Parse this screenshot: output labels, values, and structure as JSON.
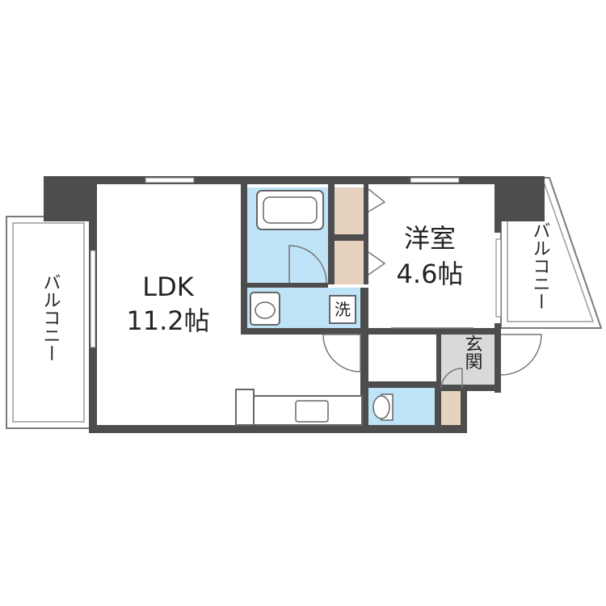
{
  "rooms": {
    "ldk": {
      "name": "LDK",
      "size": "11.2帖"
    },
    "western": {
      "name": "洋室",
      "size": "4.6帖"
    }
  },
  "labels": {
    "balcony_left": "バルコニー",
    "balcony_right": "バルコニー",
    "entrance": "玄関",
    "washroom": "洗"
  },
  "colors": {
    "wall": "#4d4d4d",
    "water_area": "#bfe3f7",
    "storage": "#e7d2bf",
    "entrance_floor": "#d9d9d9"
  }
}
